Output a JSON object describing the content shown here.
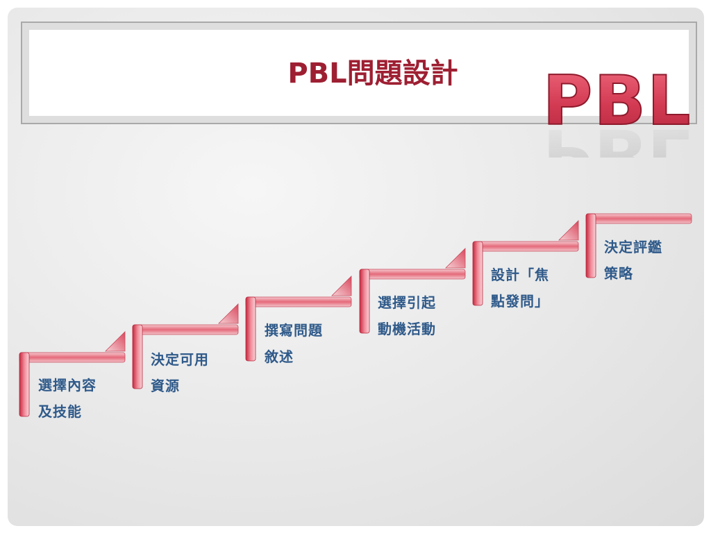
{
  "slide": {
    "title": "PBL問題設計",
    "logo_text": "PBL",
    "accent_color": "#9e1f32",
    "text_color": "#2f5a8a"
  },
  "steps": [
    {
      "lines": [
        "選擇內容",
        "及技能"
      ]
    },
    {
      "lines": [
        "決定可用",
        "資源"
      ]
    },
    {
      "lines": [
        "撰寫問題",
        "敘述"
      ]
    },
    {
      "lines": [
        "選擇引起",
        "動機活動"
      ]
    },
    {
      "lines": [
        "設計「焦",
        "點發問」"
      ]
    },
    {
      "lines": [
        "決定評鑑",
        "策略"
      ]
    }
  ]
}
